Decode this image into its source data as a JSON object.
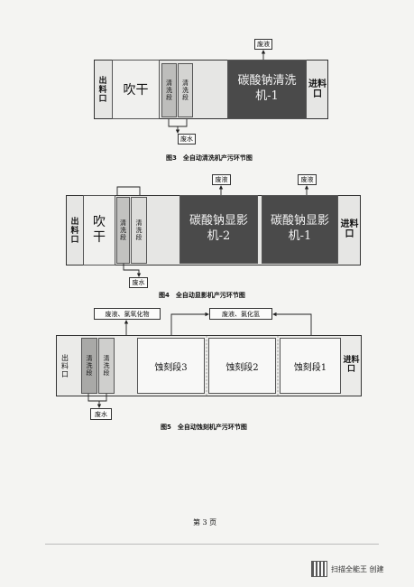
{
  "fig3": {
    "caption": "图3　全自动清洗机产污环节图",
    "outlet": "出料口",
    "blow_dry": "吹干",
    "clean1": "清洗段",
    "clean2": "清洗段",
    "machine": "碳酸钠清洗机-1",
    "inlet": "进料口",
    "waste_liquid": "废液",
    "waste_water": "废水"
  },
  "fig4": {
    "caption": "图4　全自动显影机产污环节图",
    "outlet": "出料口",
    "blow_dry": "吹干",
    "clean1": "清洗段",
    "clean2": "清洗段",
    "machine2": "碳酸钠显影机-2",
    "machine1": "碳酸钠显影机-1",
    "inlet": "进料口",
    "waste_liquid1": "废液",
    "waste_liquid2": "废液",
    "waste_water": "废水"
  },
  "fig5": {
    "caption": "图5　全自动蚀刻机产污环节图",
    "outlet": "出料口",
    "clean1": "清洗段",
    "clean2": "清洗段",
    "etch3": "蚀刻段3",
    "etch2": "蚀刻段2",
    "etch1": "蚀刻段1",
    "inlet": "进料口",
    "waste_liquid_cl": "废液、氯氧化物",
    "waste_liquid_hcl": "废液、氯化氢",
    "waste_water": "废水"
  },
  "page_number": "第 3 页",
  "watermark": "扫描全能王 创建"
}
